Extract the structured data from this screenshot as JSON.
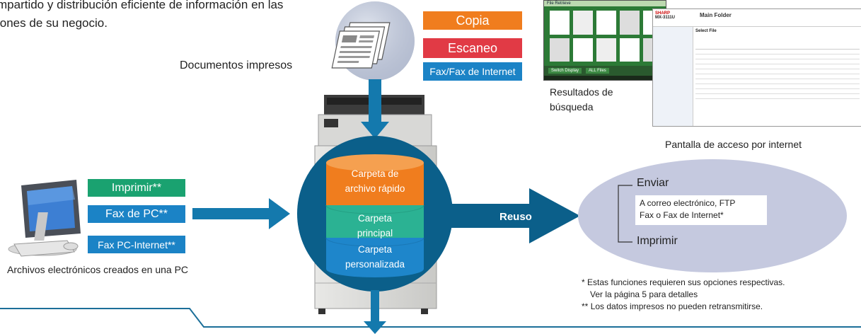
{
  "intro": {
    "line1": "mpartido y distribución eficiente de información en las",
    "line2": "iones de su negocio."
  },
  "top_tags": [
    {
      "label": "Copia",
      "color": "#f07d1e"
    },
    {
      "label": "Escaneo",
      "color": "#e13a45"
    },
    {
      "label": "Fax/Fax de Internet",
      "color": "#1b83c6"
    }
  ],
  "printed_docs_label": "Documentos impresos",
  "screens": {
    "search_results_caption_1": "Resultados de",
    "search_results_caption_2": "búsqueda",
    "web_access_caption": "Pantalla de acceso por internet",
    "touch_header": "File Retrieve",
    "touch_bottom_1": "Switch Display",
    "touch_bottom_2": "ALL Files",
    "web_brand": "SHARP",
    "web_model": "MX-3111U",
    "web_title": "Main Folder",
    "web_section": "Select File"
  },
  "left_tags": [
    {
      "label": "Imprimir**",
      "color": "#1aa270"
    },
    {
      "label": "Fax de PC**",
      "color": "#1b83c6"
    },
    {
      "label": "Fax PC-Internet**",
      "color": "#1b83c6"
    }
  ],
  "pc_caption": "Archivos electrónicos creados en una PC",
  "folders": [
    {
      "line1": "Carpeta de",
      "line2": "archivo rápido",
      "color": "#f07d1e"
    },
    {
      "line1": "Carpeta",
      "line2": "principal",
      "color": "#2bb293"
    },
    {
      "line1": "Carpeta",
      "line2": "personalizada",
      "color": "#1e86cb"
    }
  ],
  "reuse_label": "Reuso",
  "output": {
    "send": "Enviar",
    "send_detail_1": "A correo electrónico, FTP",
    "send_detail_2": "Fax o Fax de Internet*",
    "print": "Imprimir"
  },
  "notes": {
    "n1_mark": "*",
    "n1_text": "Estas funciones requieren sus opciones respectivas.",
    "n1_text2": "Ver la página 5 para detalles",
    "n2_mark": "**",
    "n2_text": "Los datos impresos no pueden retransmitirse."
  },
  "colors": {
    "hub": "#0b5f8a",
    "arrow": "#1479ad",
    "oval": "#c5c9df",
    "baseline": "#1c6f99"
  }
}
